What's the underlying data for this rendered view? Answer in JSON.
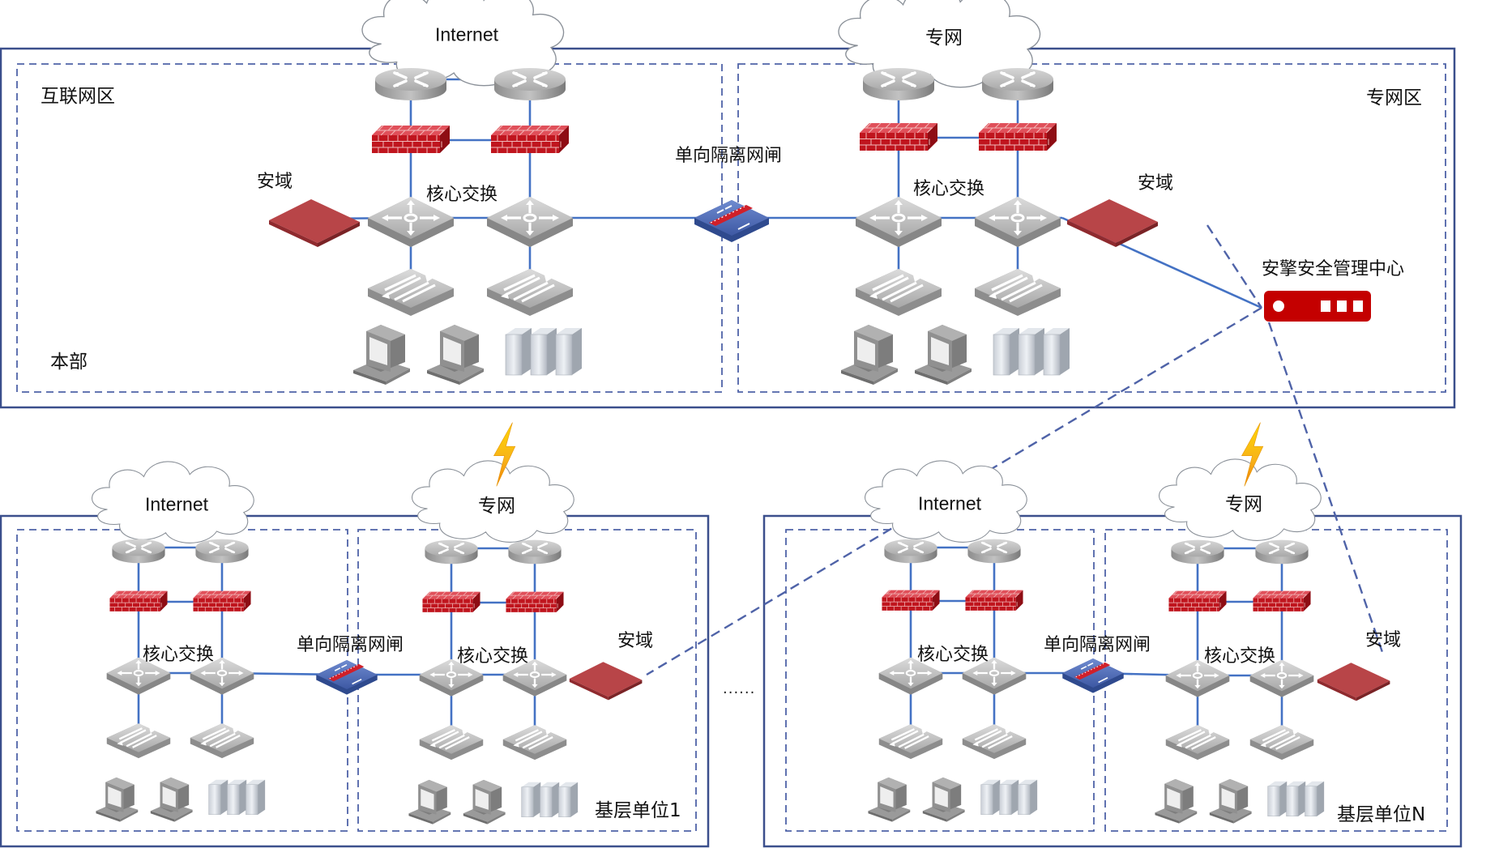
{
  "colors": {
    "frame": "#3b4f8c",
    "dashed": "#4f63a8",
    "link": "#4472c4",
    "firewall": "#c0151e",
    "security_domain": "#b84548",
    "gateway": "#4a66b0",
    "mgmt_center": "#c40000"
  },
  "headquarters": {
    "name": "本部",
    "internet_zone": {
      "label": "互联网区",
      "cloud": "Internet",
      "core_label": "核心交换",
      "security_domain": "安域"
    },
    "private_zone": {
      "label": "专网区",
      "cloud": "专网",
      "core_label": "核心交换",
      "security_domain": "安域"
    },
    "gateway_label": "单向隔离网闸",
    "mgmt_center_label": "安擎安全管理中心"
  },
  "branches": [
    {
      "name": "基层单位1",
      "internet_cloud": "Internet",
      "private_cloud": "专网",
      "core_label_left": "核心交换",
      "core_label_right": "核心交换",
      "gateway_label": "单向隔离网闸",
      "security_domain": "安域"
    },
    {
      "name": "基层单位N",
      "internet_cloud": "Internet",
      "private_cloud": "专网",
      "core_label_left": "核心交换",
      "core_label_right": "核心交换",
      "gateway_label": "单向隔离网闸",
      "security_domain": "安域"
    }
  ],
  "ellipsis": "......",
  "icons": [
    "cloud-icon",
    "router-icon",
    "firewall-icon",
    "core-switch-icon",
    "access-switch-icon",
    "pc-icon",
    "server-icon",
    "security-domain-icon",
    "gateway-icon",
    "lightning-icon",
    "management-center-icon"
  ]
}
